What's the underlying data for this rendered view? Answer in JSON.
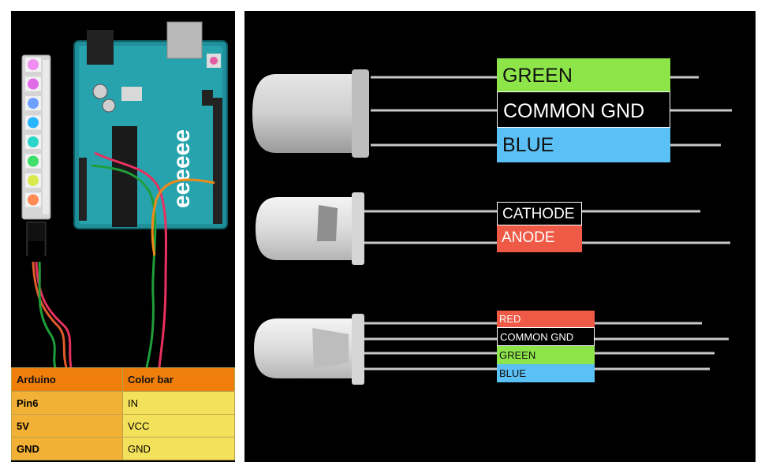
{
  "wiring_table": {
    "headers": [
      "Arduino",
      "Color bar"
    ],
    "rows": [
      {
        "arduino": "Pin6",
        "color_bar": "IN"
      },
      {
        "arduino": "5V",
        "color_bar": "VCC"
      },
      {
        "arduino": "GND",
        "color_bar": "GND"
      }
    ]
  },
  "board": {
    "logo_text": "eeeeee"
  },
  "led_rgb_large": {
    "pins": [
      {
        "label": "GREEN",
        "color": "#8ee54a"
      },
      {
        "label": "COMMON GND",
        "color": "#000000"
      },
      {
        "label": "BLUE",
        "color": "#5bc0f5"
      }
    ]
  },
  "led_single": {
    "pins": [
      {
        "label": "CATHODE",
        "color": "#000000"
      },
      {
        "label": "ANODE",
        "color": "#ee5a46"
      }
    ]
  },
  "led_rgb_small": {
    "pins": [
      {
        "label": "RED",
        "color": "#ee5a46"
      },
      {
        "label": "COMMON GND",
        "color": "#000000"
      },
      {
        "label": "GREEN",
        "color": "#8ee54a"
      },
      {
        "label": "BLUE",
        "color": "#5bc0f5"
      }
    ]
  },
  "strip_led_colors": [
    "#f08df0",
    "#e26be8",
    "#6fa0ff",
    "#29b6ff",
    "#2bd6c8",
    "#3ee06b",
    "#d9e84a",
    "#ff8a55"
  ]
}
